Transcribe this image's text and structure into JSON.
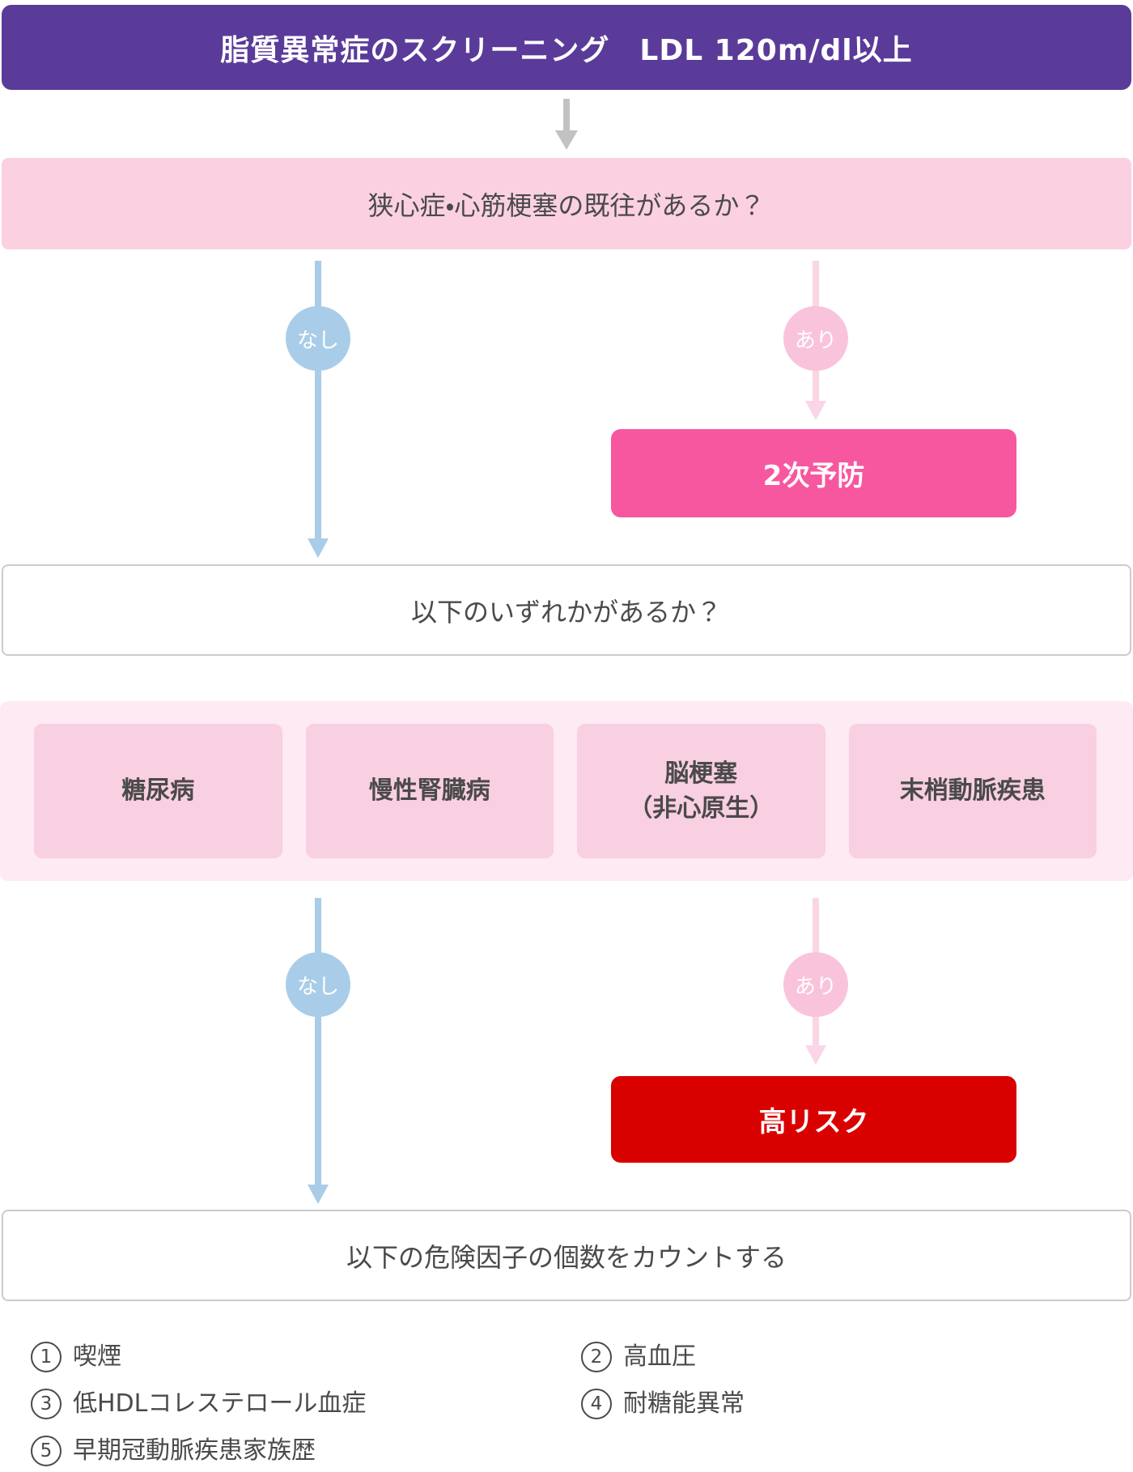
{
  "colors": {
    "header_bg": "#5a3b99",
    "question_bar_bg": "#fbd1e2",
    "white_box_border": "#cbcbcb",
    "container_bg": "#fdeaf3",
    "condition_box_bg": "#f9cfe2",
    "no_color": "#a9cde8",
    "yes_circle_color": "#f9c4db",
    "yes_line_color": "#fad5e6",
    "secondary_prevention_bg": "#f7579f",
    "high_risk_bg": "#d90000",
    "gray_arrow": "#c2c2c2",
    "text_dark": "#4a4a4a"
  },
  "header": {
    "title": "脂質異常症のスクリーニング　LDL 120m/dl以上"
  },
  "flow": {
    "question1": "狭心症・心筋梗塞の既往があるか？",
    "branch1": {
      "no_label": "なし",
      "yes_label": "あり",
      "yes_result": "2次予防"
    },
    "question2": "以下のいずれかがあるか？",
    "conditions": [
      {
        "label": "糖尿病"
      },
      {
        "label": "慢性腎臓病"
      },
      {
        "label": "脳梗塞",
        "label2": "（非心原生）"
      },
      {
        "label": "末梢動脈疾患"
      }
    ],
    "branch2": {
      "no_label": "なし",
      "yes_label": "あり",
      "yes_result": "高リスク"
    },
    "question3": "以下の危険因子の個数をカウントする"
  },
  "risk_factors": [
    {
      "num": "1",
      "label": "喫煙"
    },
    {
      "num": "2",
      "label": "高血圧"
    },
    {
      "num": "3",
      "label": "低HDLコレステロール血症"
    },
    {
      "num": "4",
      "label": "耐糖能異常"
    },
    {
      "num": "5",
      "label": "早期冠動脈疾患家族歴"
    }
  ]
}
